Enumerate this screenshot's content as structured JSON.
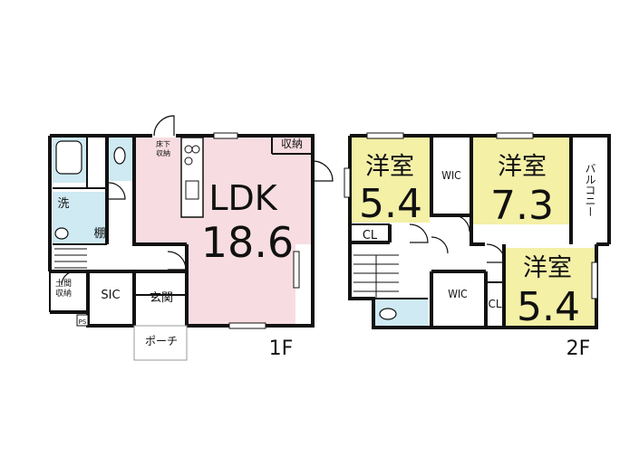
{
  "floor1": {
    "label": "1F",
    "ldk": {
      "name": "LDK",
      "size": "18.6"
    },
    "storage_top": "収納",
    "underfloor": [
      "床下",
      "収納"
    ],
    "wash": "洗",
    "shelf": "棚",
    "doma": [
      "土間",
      "収納"
    ],
    "sic": "SIC",
    "entrance": "玄関",
    "porch": "ポーチ",
    "ps": "PS"
  },
  "floor2": {
    "label": "2F",
    "room_a": {
      "name": "洋室",
      "size": "5.4"
    },
    "room_b": {
      "name": "洋室",
      "size": "7.3"
    },
    "room_c": {
      "name": "洋室",
      "size": "5.4"
    },
    "wic_top": "WIC",
    "wic_bottom": "WIC",
    "cl_left": "CL",
    "cl_right": "CL",
    "balcony": "バルコニー"
  },
  "colors": {
    "ldk_fill": "#f7dde2",
    "wet_fill": "#cfeaf3",
    "room_fill": "#f4f0a6",
    "wall": "#111111"
  }
}
